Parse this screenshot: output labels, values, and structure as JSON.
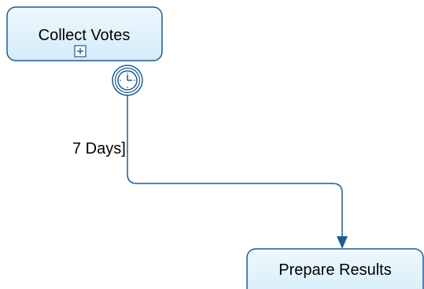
{
  "diagram": {
    "nodes": {
      "collect_votes": {
        "label": "Collect Votes",
        "marker": "subprocess-plus-icon",
        "event": "timer-clock-icon"
      },
      "prepare_results": {
        "label": "Prepare Results"
      }
    },
    "edges": {
      "timer_flow": {
        "label": "7 Days]"
      }
    },
    "colors": {
      "node_fill": "#dff1fb",
      "node_border": "#1f5b8f",
      "edge": "#1f5b8f"
    }
  }
}
